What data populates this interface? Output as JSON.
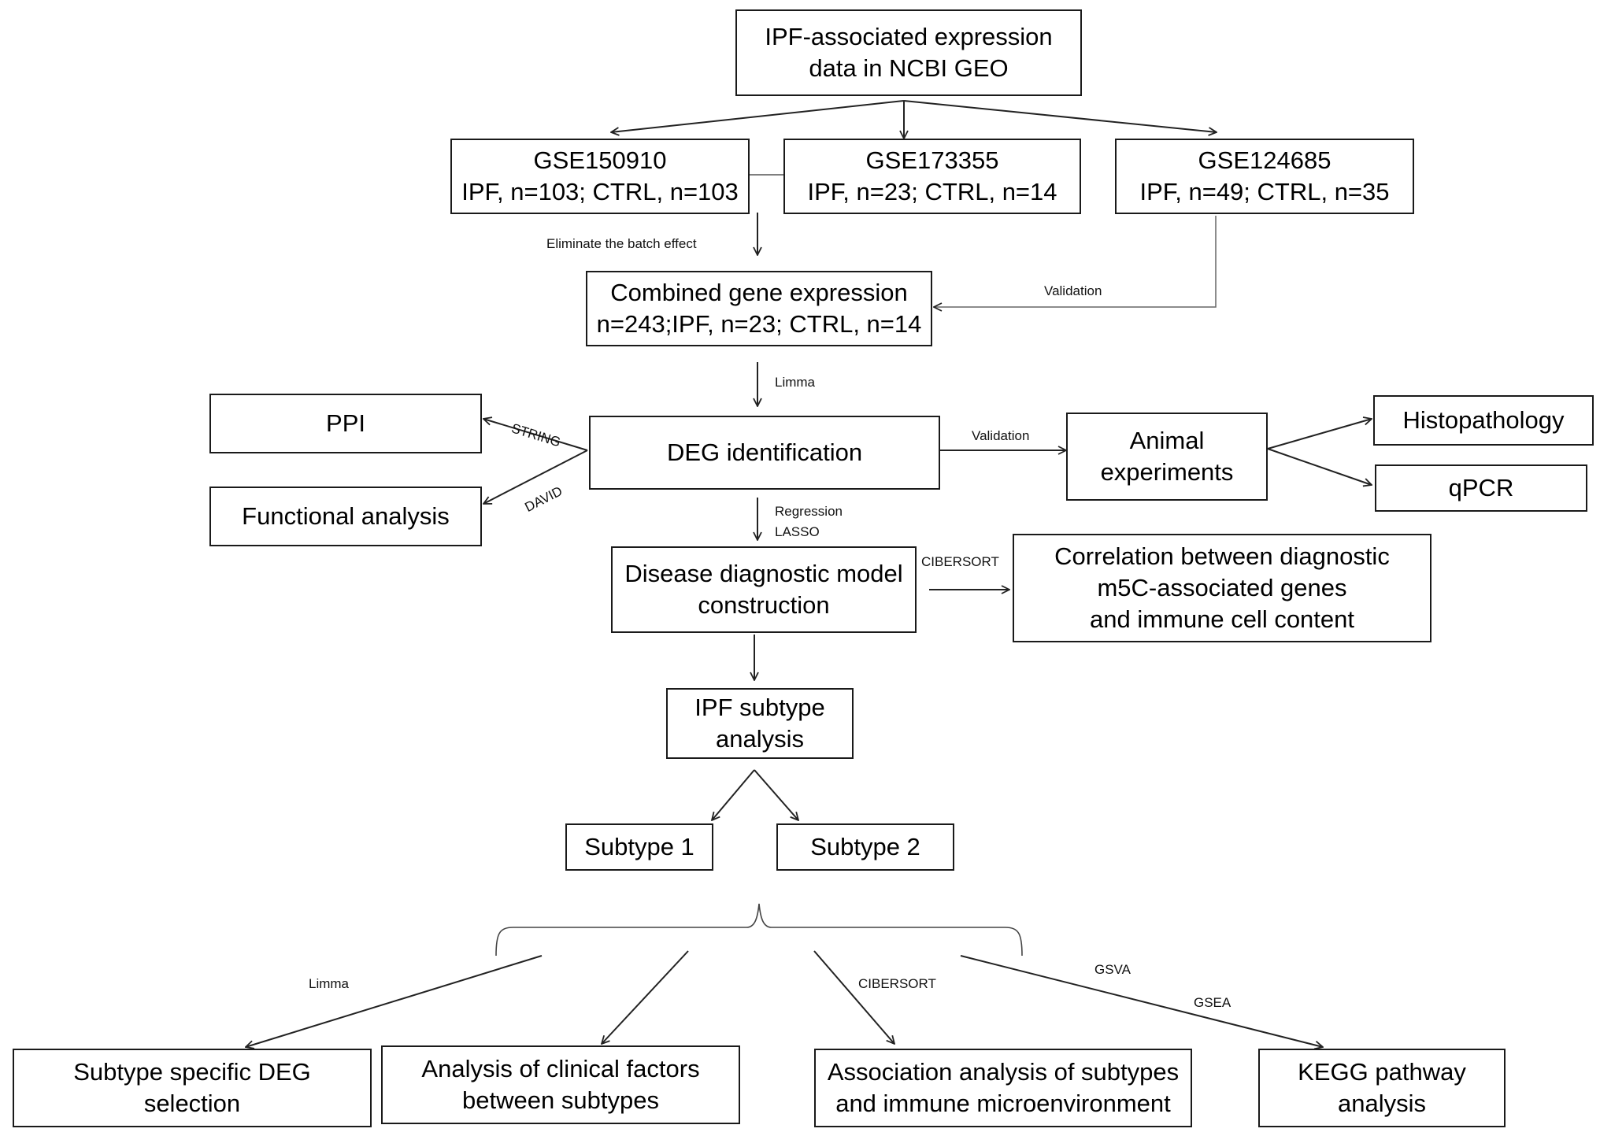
{
  "nodes": {
    "source": "IPF-associated expression\ndata in NCBI GEO",
    "gse150910": "GSE150910\nIPF, n=103; CTRL, n=103",
    "gse173355": "GSE173355\nIPF, n=23; CTRL, n=14",
    "gse124685": "GSE124685\nIPF, n=49; CTRL, n=35",
    "combined": "Combined gene expression\nn=243;IPF, n=23; CTRL, n=14",
    "ppi": "PPI",
    "functional": "Functional analysis",
    "deg": "DEG identification",
    "animal": "Animal\nexperiments",
    "histo": "Histopathology",
    "qpcr": "qPCR",
    "model": "Disease diagnostic model\nconstruction",
    "correlation": "Correlation between diagnostic\nm5C-associated genes\nand immune cell content",
    "subtype_analysis": "IPF subtype\nanalysis",
    "subtype1": "Subtype 1",
    "subtype2": "Subtype 2",
    "deg_selection": "Subtype specific DEG\nselection",
    "clinical": "Analysis of clinical factors\nbetween subtypes",
    "immune": "Association analysis of subtypes\nand immune microenvironment",
    "kegg": "KEGG pathway\nanalysis"
  },
  "edge_labels": {
    "batch": "Eliminate the batch effect",
    "validation_top": "Validation",
    "limma_top": "Limma",
    "string": "STRING",
    "david": "DAVID",
    "validation_right": "Validation",
    "regression": "Regression",
    "lasso": "LASSO",
    "cibersort_top": "CIBERSORT",
    "limma_bottom": "Limma",
    "cibersort_bottom": "CIBERSORT",
    "gsva": "GSVA",
    "gsea": "GSEA"
  }
}
